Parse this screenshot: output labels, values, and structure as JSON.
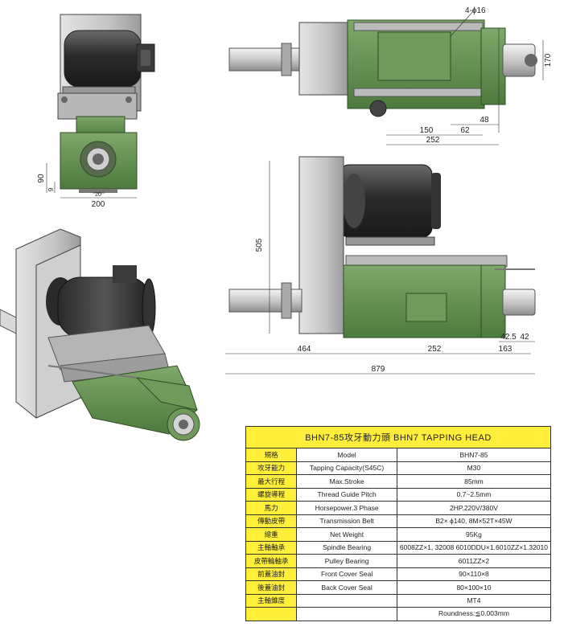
{
  "dimensions": {
    "hole_spec": "4-ϕ16",
    "top_170": "170",
    "top_48": "48",
    "top_150": "150",
    "top_62": "62",
    "top_252": "252",
    "front_90": "90",
    "front_9": "9",
    "front_20": "20",
    "front_200": "200",
    "side_505": "505",
    "side_464": "464",
    "side_252": "252",
    "side_42_5": "42.5",
    "side_42": "42",
    "side_163": "163",
    "side_879": "879"
  },
  "spec_table": {
    "title": "BHN7-85攻牙動力頭   BHN7 TAPPING HEAD",
    "rows": [
      {
        "zh": "規格",
        "en": "Model",
        "value": "BHN7-85"
      },
      {
        "zh": "攻牙能力",
        "en": "Tapping Capacity(S45C)",
        "value": "M30"
      },
      {
        "zh": "最大行程",
        "en": "Max.Stroke",
        "value": "85mm"
      },
      {
        "zh": "螺旋導程",
        "en": "Thread Guide Pitch",
        "value": "0.7~2.5mm"
      },
      {
        "zh": "馬力",
        "en": "Horsepower.3 Phase",
        "value": "2HP.220V/380V"
      },
      {
        "zh": "傳動皮帶",
        "en": "Transmission Belt",
        "value": "B2× ϕ140, 8M×52T×45W"
      },
      {
        "zh": "總重",
        "en": "Net Weight",
        "value": "95Kg"
      },
      {
        "zh": "主軸軸承",
        "en": "Spindle Bearing",
        "value": "6008ZZ×1, 32008    6010DDU×1.6010ZZ×1.32010"
      },
      {
        "zh": "皮帶輪軸承",
        "en": "Pulley Bearing",
        "value": "6011ZZ×2"
      },
      {
        "zh": "前蓋油封",
        "en": "Front Cover Seal",
        "value": "90×110×8"
      },
      {
        "zh": "後蓋油封",
        "en": "Back Cover Seal",
        "value": "80×100×10"
      },
      {
        "zh": "主軸錐度",
        "en": "",
        "value": "MT4"
      },
      {
        "zh": "",
        "en": "",
        "value": "Roundness:≦0.003mm"
      }
    ]
  }
}
